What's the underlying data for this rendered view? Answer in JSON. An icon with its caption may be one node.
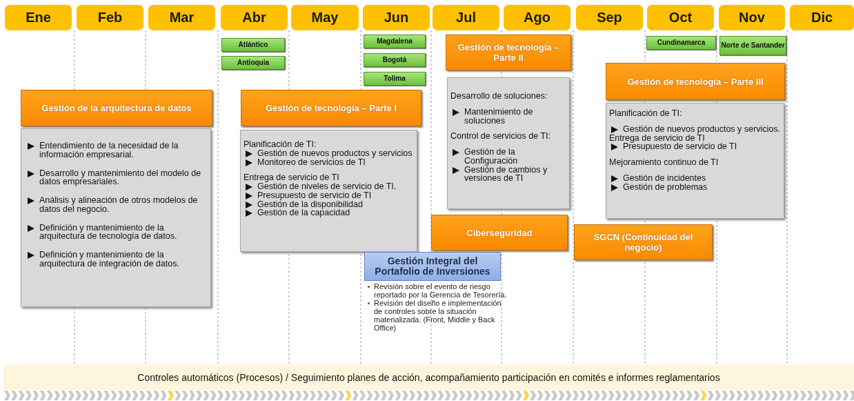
{
  "diagram": {
    "nodes": [
      {
        "text": [
          "Ene"
        ]
      },
      {
        "text": [
          "Feb"
        ]
      },
      {
        "text": [
          "Mar"
        ]
      },
      {
        "text": [
          "Abr"
        ]
      },
      {
        "text": [
          "May"
        ]
      },
      {
        "text": [
          "Jun"
        ]
      },
      {
        "text": [
          "Jul"
        ]
      },
      {
        "text": [
          "Ago"
        ]
      },
      {
        "text": [
          "Sep"
        ]
      },
      {
        "text": [
          "Oct"
        ]
      },
      {
        "text": [
          "Nov"
        ]
      },
      {
        "text": [
          "Dic"
        ]
      },
      {
        "text": [
          "Atlántico"
        ]
      },
      {
        "text": [
          "Antioquia"
        ]
      },
      {
        "text": [
          "Magdalena"
        ]
      },
      {
        "text": [
          "Bogotá"
        ]
      },
      {
        "text": [
          "Tolima"
        ]
      },
      {
        "text": [
          "Cundinamarca"
        ]
      },
      {
        "text": [
          "Norte de Santander"
        ]
      },
      {
        "text": [
          "Gestión de la arquitectura de datos"
        ]
      },
      {
        "text": [
          "Entendimiento de la necesidad de la información empresarial.",
          "Desarrollo y mantenimiento del modelo de datos empresariales.",
          "Análisis y alineación de otros modelos de datos del negocio.",
          "Definición y mantenimiento de la arquitectura de tecnología de datos.",
          "Definición y mantenimiento de la arquitectura de integración de datos."
        ]
      },
      {
        "text": [
          "Gestión de tecnología – Parte I"
        ]
      },
      {
        "text": [
          "Planificación de TI:",
          "Gestión de nuevos productos y servicios",
          "Monitoreo de servicios de TI",
          "Entrega de servicio de TI",
          "Gestión de niveles de servicio de TI.",
          "Presupuesto de servicio de TI",
          "Gestión de la disponibilidad",
          "Gestión de la capacidad"
        ]
      },
      {
        "text": [
          "Gestión de tecnología – Parte II"
        ]
      },
      {
        "text": [
          "Desarrollo de soluciones:",
          "Mantenimiento de soluciones",
          "Control de servicios de TI:",
          "Gestión de la Configuración",
          "Gestión de cambios y versiones de TI"
        ]
      },
      {
        "text": [
          "Gestión de tecnología – Parte III"
        ]
      },
      {
        "text": [
          "Planificación de TI:",
          "Gestión de nuevos productos y servicios.",
          "Entrega de servicio de TI",
          "Presupuesto de servicio de TI",
          "Mejoramiento continuo de TI",
          "Gestión de incidentes",
          "Gestión de problemas"
        ]
      },
      {
        "text": [
          "Ciberseguridad"
        ]
      },
      {
        "text": [
          "SGCN (Continuidad del negocio)"
        ]
      },
      {
        "text": [
          "Gestión Integral del Portafolio de Inversiones"
        ],
        "beside": [
          "Revisión sobre el evento de riesgo reportado por la Gerencia de Tesorería.",
          "Revisión del diseño e implementación de controles sobre la situación materializada. (Front, Middle y Back Office)"
        ]
      },
      {
        "text": [
          "Controles automáticos (Procesos) / Seguimiento planes de acción, acompañamiento participación en comités e informes reglamentarios"
        ]
      }
    ],
    "edges": []
  }
}
